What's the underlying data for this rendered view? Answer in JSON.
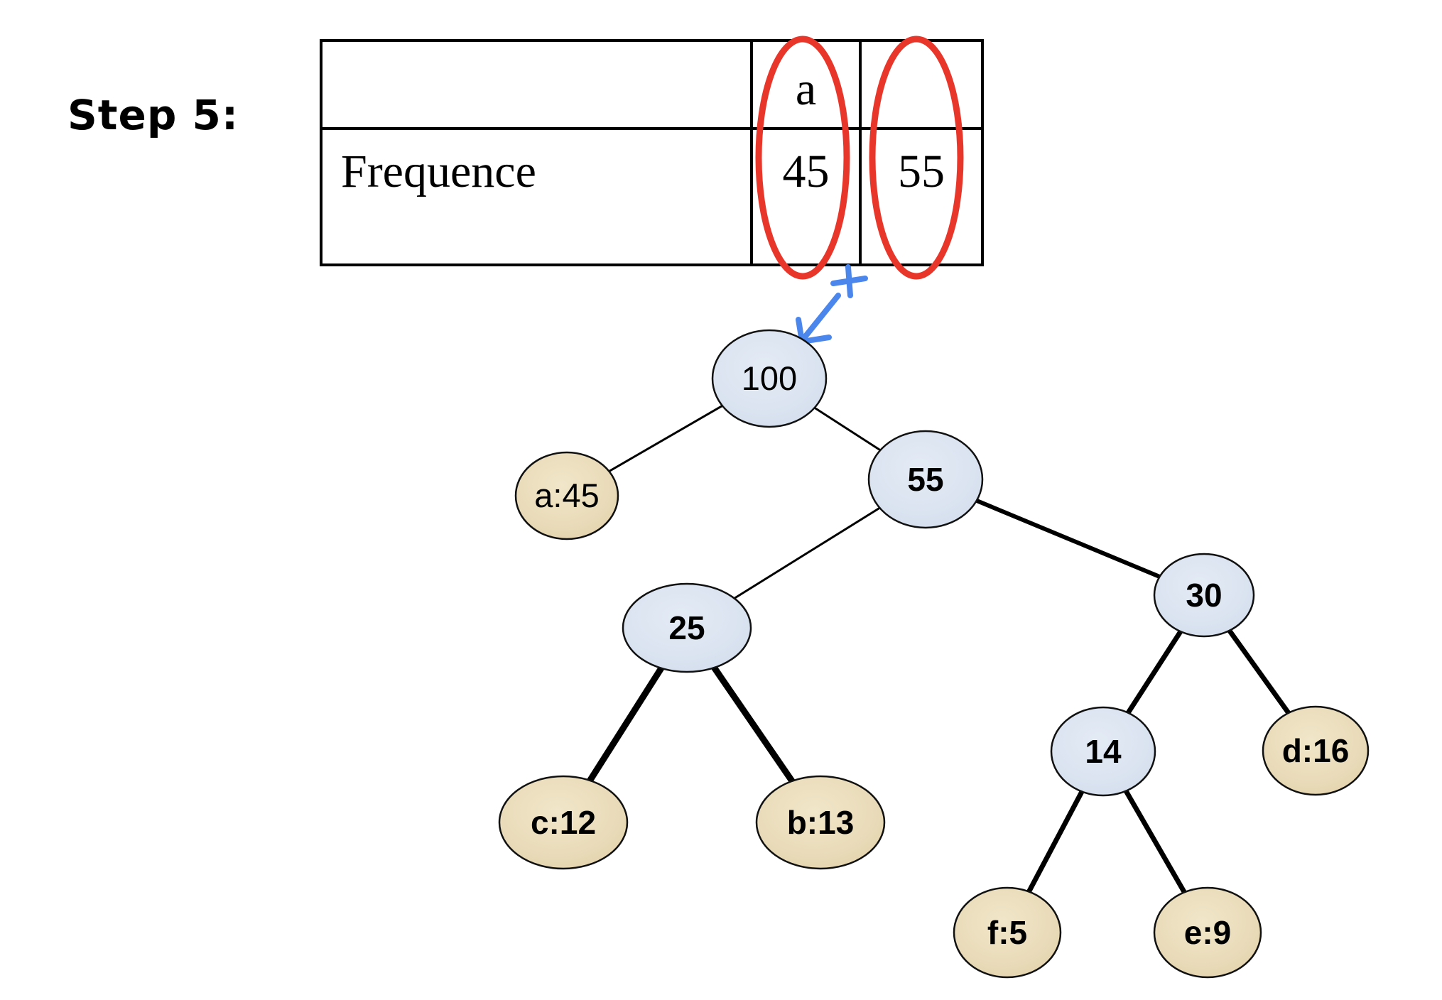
{
  "step_label": "Step 5:",
  "table": {
    "row_header": "Frequence",
    "columns": [
      {
        "header": "a",
        "frequence": "45"
      },
      {
        "header": "",
        "frequence": "55"
      }
    ]
  },
  "annotations": {
    "plus_sign": "+",
    "highlight_color": "#E8362A",
    "arrow_color": "#4A86EC",
    "highlighted_cells": [
      "a / 45",
      "55"
    ]
  },
  "tree": {
    "internal_fill": "#DAE3F0",
    "leaf_fill": "#E9DBB9",
    "nodes": [
      {
        "label": "100",
        "value": 100,
        "kind": "internal"
      },
      {
        "label": "a:45",
        "symbol": "a",
        "value": 45,
        "kind": "leaf"
      },
      {
        "label": "55",
        "value": 55,
        "kind": "internal"
      },
      {
        "label": "25",
        "value": 25,
        "kind": "internal"
      },
      {
        "label": "30",
        "value": 30,
        "kind": "internal"
      },
      {
        "label": "c:12",
        "symbol": "c",
        "value": 12,
        "kind": "leaf"
      },
      {
        "label": "b:13",
        "symbol": "b",
        "value": 13,
        "kind": "leaf"
      },
      {
        "label": "14",
        "value": 14,
        "kind": "internal"
      },
      {
        "label": "d:16",
        "symbol": "d",
        "value": 16,
        "kind": "leaf"
      },
      {
        "label": "f:5",
        "symbol": "f",
        "value": 5,
        "kind": "leaf"
      },
      {
        "label": "e:9",
        "symbol": "e",
        "value": 9,
        "kind": "leaf"
      }
    ],
    "edges": [
      [
        "100",
        "a:45"
      ],
      [
        "100",
        "55"
      ],
      [
        "55",
        "25"
      ],
      [
        "55",
        "30"
      ],
      [
        "25",
        "c:12"
      ],
      [
        "25",
        "b:13"
      ],
      [
        "30",
        "14"
      ],
      [
        "30",
        "d:16"
      ],
      [
        "14",
        "f:5"
      ],
      [
        "14",
        "e:9"
      ]
    ]
  }
}
